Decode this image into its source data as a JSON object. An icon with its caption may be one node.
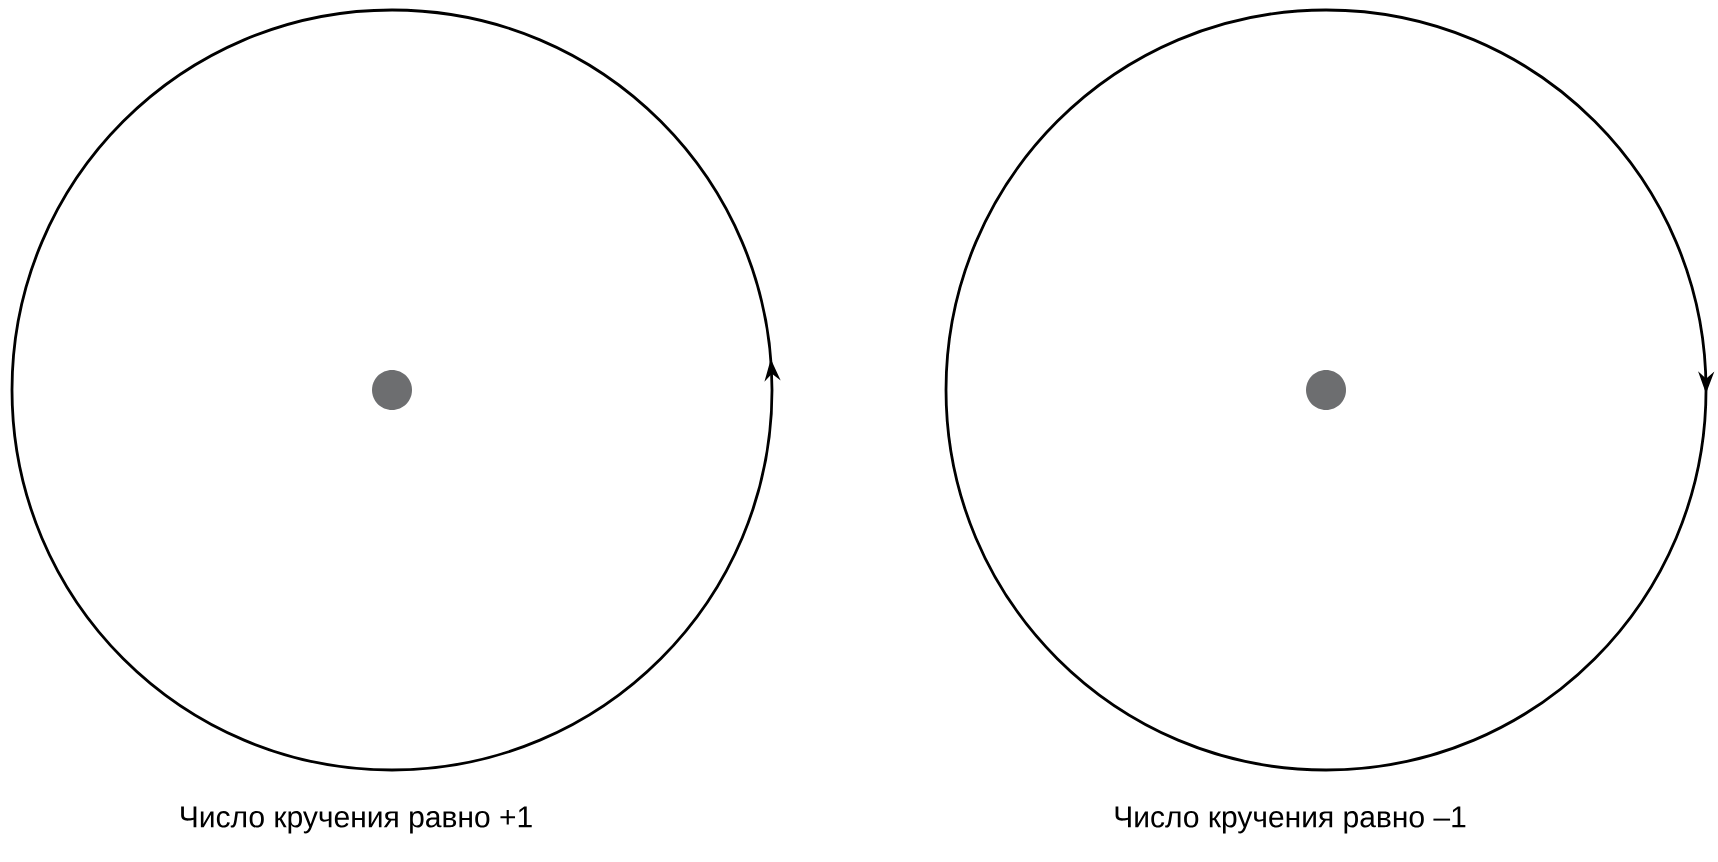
{
  "diagram": {
    "nodes": [
      {
        "text": [],
        "shape": "circle",
        "beside": [
          "Число кручения равно +1"
        ]
      },
      {
        "text": [],
        "shape": "circle",
        "beside": [
          "Число кручения равно –1"
        ]
      }
    ]
  }
}
